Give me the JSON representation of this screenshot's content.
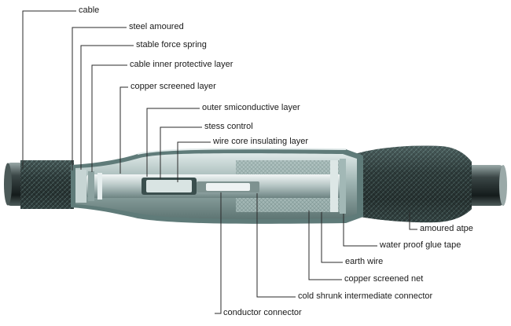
{
  "labels": {
    "cable": "cable",
    "steel_amoured": "steel amoured",
    "stable_force_spring": "stable force spring",
    "cable_inner_protective_layer": "cable inner protective layer",
    "copper_screened_layer": "copper screened layer",
    "outer_smiconductive_layer": "outer smiconductive layer",
    "stess_control": "stess control",
    "wire_core_insulating_layer": "wire core insulating layer",
    "amoured_atpe": "amoured atpe",
    "water_proof_glue_tape": "water proof glue tape",
    "earth_wire": "earth wire",
    "copper_screened_net": "copper screened net",
    "cold_shrunk_intermediate_connector": "cold shrunk intermediate connector",
    "conductor_connector": "conductor connector"
  },
  "colors": {
    "leader": "#2a2a2a",
    "sheath_dark": "#232d2c",
    "sheath_mid": "#46605e",
    "sheath_light": "#8fa8a5",
    "inner_light": "#cfdcdb",
    "metal": "#b8c6c5"
  }
}
